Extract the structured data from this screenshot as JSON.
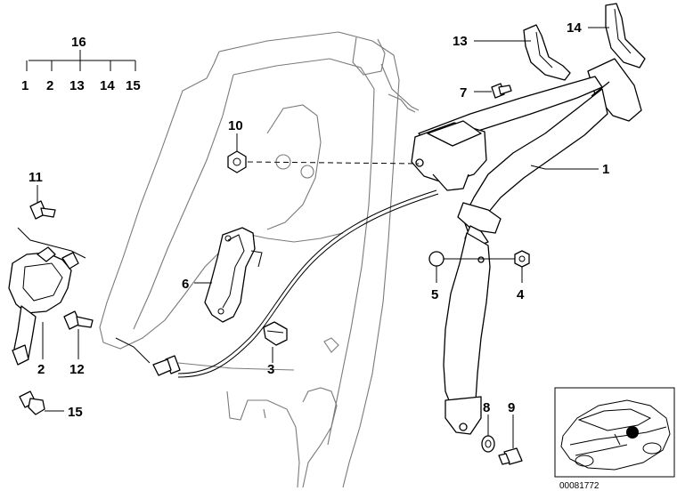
{
  "labels": {
    "p1": "1",
    "p2": "2",
    "p3": "3",
    "p4": "4",
    "p5": "5",
    "p6": "6",
    "p7": "7",
    "p8": "8",
    "p9": "9",
    "p10": "10",
    "p11": "11",
    "p12": "12",
    "p13": "13",
    "p14": "14",
    "p15": "15",
    "p16": "16"
  },
  "kit_tree": {
    "parent": "16",
    "children": [
      "1",
      "2",
      "13",
      "14",
      "15"
    ]
  },
  "thumbnail": {
    "image_id": "00081772"
  }
}
